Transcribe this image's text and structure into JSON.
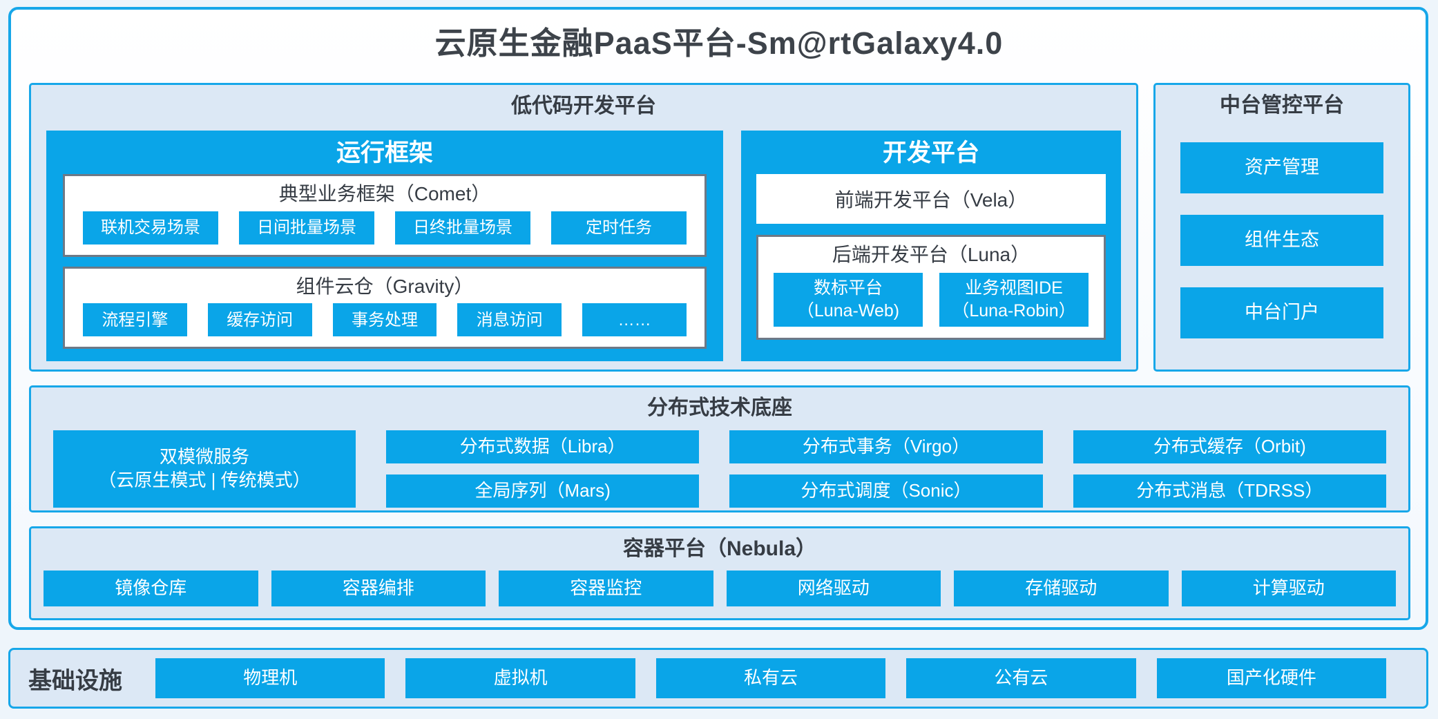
{
  "title": "云原生金融PaaS平台-Sm@rtGalaxy4.0",
  "colors": {
    "accent_blue": "#0AA5E8",
    "panel_fill": "#DCE8F5",
    "panel_border": "#17A7E9",
    "white_box_border": "#6E7986",
    "text_dark": "#363C44",
    "text_light": "#FFFFFF"
  },
  "lowcode": {
    "title": "低代码开发平台",
    "runtime": {
      "title": "运行框架",
      "comet": {
        "title": "典型业务框架（Comet）",
        "items": [
          "联机交易场景",
          "日间批量场景",
          "日终批量场景",
          "定时任务"
        ]
      },
      "gravity": {
        "title": "组件云仓（Gravity）",
        "items": [
          "流程引擎",
          "缓存访问",
          "事务处理",
          "消息访问",
          "……"
        ]
      }
    },
    "dev": {
      "title": "开发平台",
      "vela": "前端开发平台（Vela）",
      "luna": {
        "title": "后端开发平台（Luna）",
        "items": [
          {
            "name": "数标平台",
            "sub": "（Luna-Web)"
          },
          {
            "name": "业务视图IDE",
            "sub": "（Luna-Robin）"
          }
        ]
      }
    }
  },
  "midplatform": {
    "title": "中台管控平台",
    "items": [
      "资产管理",
      "组件生态",
      "中台门户"
    ]
  },
  "distributed": {
    "title": "分布式技术底座",
    "dual": {
      "line1": "双模微服务",
      "line2": "（云原生模式 | 传统模式）"
    },
    "columns": [
      {
        "top": "分布式数据（Libra）",
        "bottom": "全局序列（Mars)"
      },
      {
        "top": "分布式事务（Virgo）",
        "bottom": "分布式调度（Sonic）"
      },
      {
        "top": "分布式缓存（Orbit)",
        "bottom": "分布式消息（TDRSS）"
      }
    ]
  },
  "container": {
    "title": "容器平台（Nebula）",
    "items": [
      "镜像仓库",
      "容器编排",
      "容器监控",
      "网络驱动",
      "存储驱动",
      "计算驱动"
    ]
  },
  "infrastructure": {
    "title": "基础设施",
    "items": [
      "物理机",
      "虚拟机",
      "私有云",
      "公有云",
      "国产化硬件"
    ]
  }
}
